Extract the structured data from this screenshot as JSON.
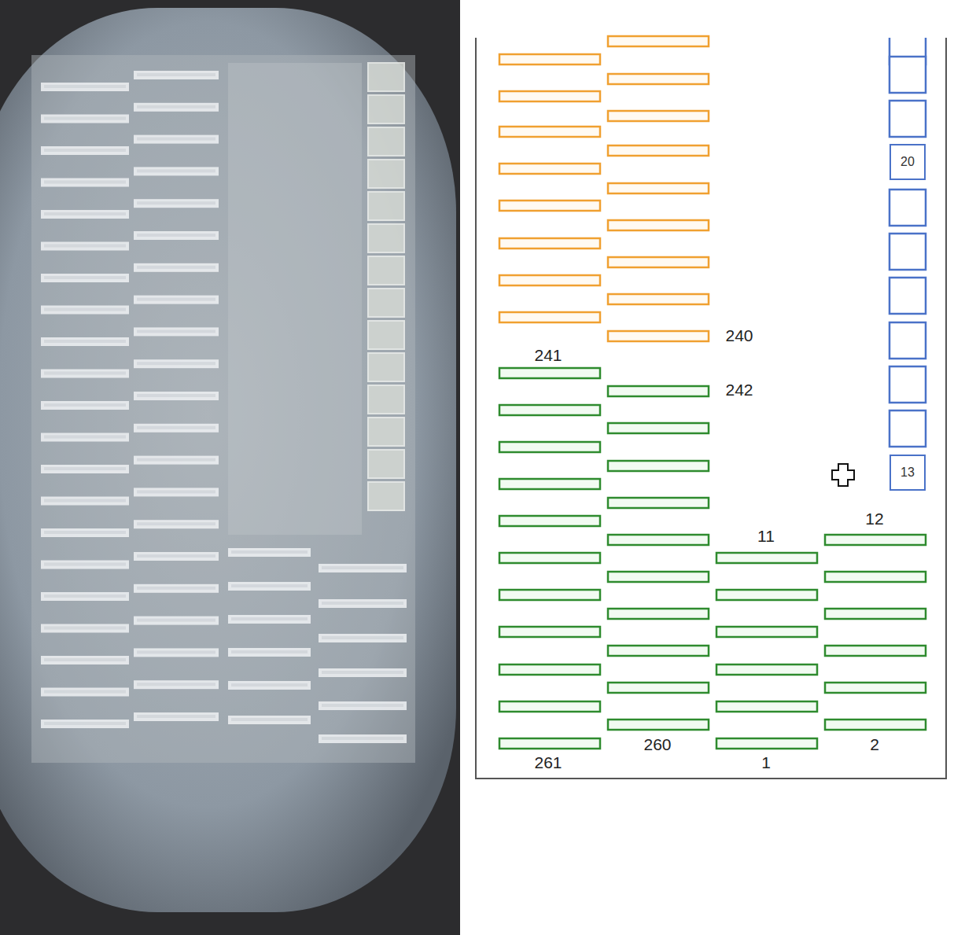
{
  "diagram": {
    "nodes": [
      {
        "text": [
          "20"
        ]
      },
      {
        "text": [
          "13"
        ]
      }
    ],
    "labels": [
      "240",
      "241",
      "242",
      "12",
      "11",
      "260",
      "2",
      "261",
      "1"
    ]
  }
}
